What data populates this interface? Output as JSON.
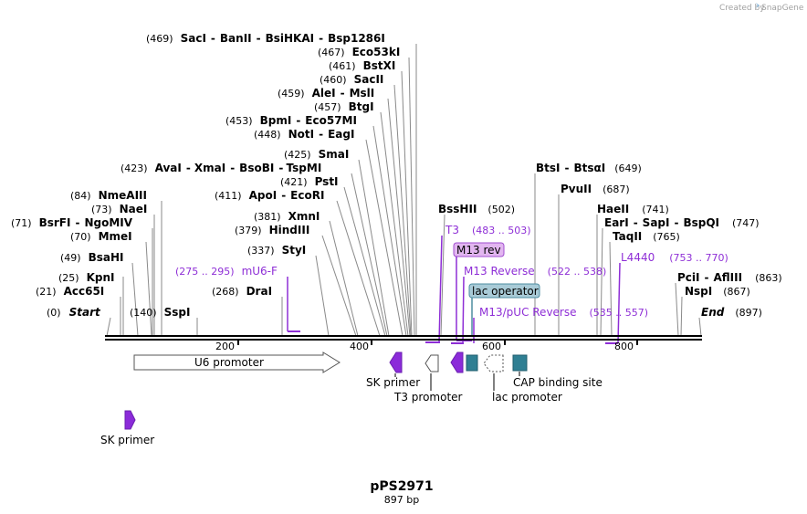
{
  "credit": {
    "created_by": "Created by",
    "brand": "SnapGene"
  },
  "map_title": "pPS2971",
  "map_length": "897 bp",
  "ends": {
    "start_label": "Start",
    "start_pos": "(0)",
    "end_label": "End",
    "end_pos": "(897)"
  },
  "ticks": [
    "200",
    "400",
    "600",
    "800"
  ],
  "enzymes": [
    {
      "pos": "(469)",
      "names": [
        "SacI",
        "BanII",
        "BsiHKAI",
        "Bsp1286I"
      ]
    },
    {
      "pos": "(467)",
      "names": [
        "Eco53kI"
      ]
    },
    {
      "pos": "(461)",
      "names": [
        "BstXI"
      ]
    },
    {
      "pos": "(460)",
      "names": [
        "SacII"
      ]
    },
    {
      "pos": "(459)",
      "names": [
        "AleI",
        "MslI"
      ]
    },
    {
      "pos": "(457)",
      "names": [
        "BtgI"
      ]
    },
    {
      "pos": "(453)",
      "names": [
        "BpmI",
        "Eco57MI"
      ]
    },
    {
      "pos": "(448)",
      "names": [
        "NotI",
        "EagI"
      ]
    },
    {
      "pos": "(425)",
      "names": [
        "SmaI"
      ]
    },
    {
      "pos": "(423)",
      "names": [
        "AvaI",
        "XmaI",
        "BsoBI",
        "TspMI"
      ]
    },
    {
      "pos": "(421)",
      "names": [
        "PstI"
      ]
    },
    {
      "pos": "(411)",
      "names": [
        "ApoI",
        "EcoRI"
      ]
    },
    {
      "pos": "(381)",
      "names": [
        "XmnI"
      ]
    },
    {
      "pos": "(379)",
      "names": [
        "HindIII"
      ]
    },
    {
      "pos": "(337)",
      "names": [
        "StyI"
      ]
    },
    {
      "pos": "(268)",
      "names": [
        "DraI"
      ]
    },
    {
      "pos": "(84)",
      "names": [
        "NmeAIII"
      ]
    },
    {
      "pos": "(73)",
      "names": [
        "NaeI"
      ]
    },
    {
      "pos": "(71)",
      "names": [
        "BsrFI",
        "NgoMIV"
      ]
    },
    {
      "pos": "(70)",
      "names": [
        "MmeI"
      ]
    },
    {
      "pos": "(49)",
      "names": [
        "BsaHI"
      ]
    },
    {
      "pos": "(25)",
      "names": [
        "KpnI"
      ]
    },
    {
      "pos": "(21)",
      "names": [
        "Acc65I"
      ]
    },
    {
      "pos": "(140)",
      "names": [
        "SspI"
      ]
    },
    {
      "pos": "(502)",
      "names": [
        "BssHII"
      ]
    },
    {
      "pos": "(649)",
      "names": [
        "BtsI",
        "BtsαI"
      ]
    },
    {
      "pos": "(687)",
      "names": [
        "PvuII"
      ]
    },
    {
      "pos": "(741)",
      "names": [
        "HaeII"
      ]
    },
    {
      "pos": "(747)",
      "names": [
        "EarI",
        "SapI",
        "BspQI"
      ]
    },
    {
      "pos": "(765)",
      "names": [
        "TaqII"
      ]
    },
    {
      "pos": "(863)",
      "names": [
        "PciI",
        "AflIII"
      ]
    },
    {
      "pos": "(867)",
      "names": [
        "NspI"
      ]
    }
  ],
  "primers": [
    {
      "name": "mU6-F",
      "range": "(275 .. 295)"
    },
    {
      "name": "T3",
      "range": "(483 .. 503)"
    },
    {
      "name": "M13 rev",
      "range": ""
    },
    {
      "name": "M13 Reverse",
      "range": "(522 .. 538)"
    },
    {
      "name": "lac operator",
      "range": ""
    },
    {
      "name": "M13/pUC Reverse",
      "range": "(535 .. 557)"
    },
    {
      "name": "L4440",
      "range": "(753 .. 770)"
    }
  ],
  "features": {
    "u6_promoter": "U6 promoter",
    "sk_primer_1": "SK primer",
    "t3_promoter": "T3 promoter",
    "lac_promoter": "lac promoter",
    "cap_site": "CAP binding site",
    "sk_primer_2": "SK primer"
  },
  "colors": {
    "primer": "#8e2ed6",
    "primer_arrow": "#8b2bd9",
    "feature_teal": "#2f7f93",
    "m13rev_box": "#e2b6f0",
    "lac_operator_box": "#a9cbd7"
  }
}
